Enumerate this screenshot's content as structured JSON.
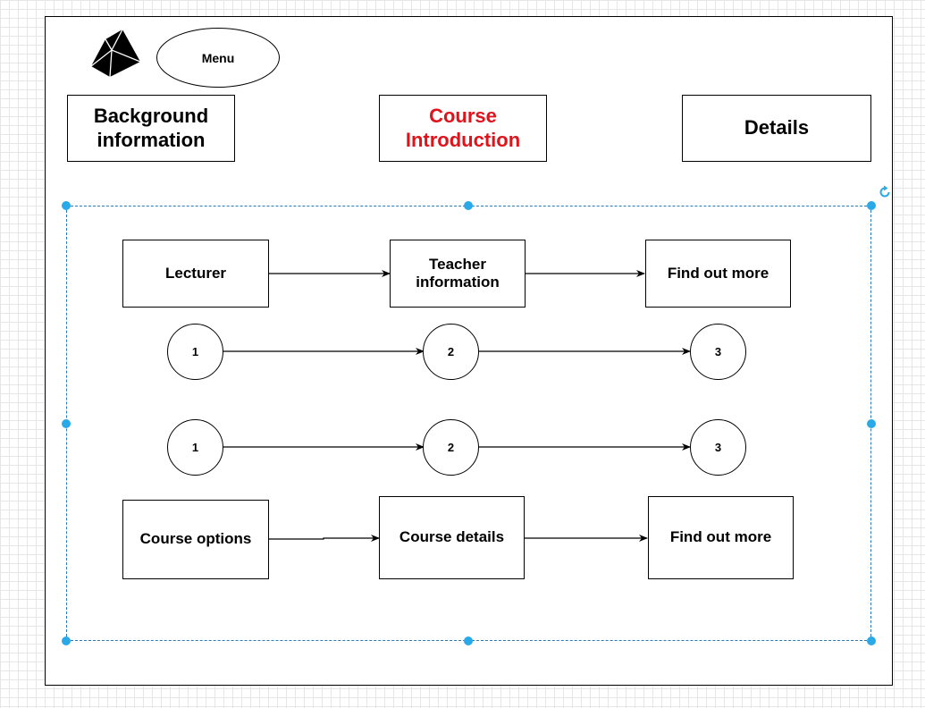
{
  "menu": "Menu",
  "tabs": {
    "background": "Background information",
    "course_intro": "Course Introduction",
    "details": "Details"
  },
  "colors": {
    "active_tab": "#e0131b",
    "selection": "#29a9e8"
  },
  "flow1": {
    "lecturer": "Lecturer",
    "teacher": "Teacher information",
    "find": "Find out more"
  },
  "steps_top": [
    "1",
    "2",
    "3"
  ],
  "steps_bottom": [
    "1",
    "2",
    "3"
  ],
  "flow2": {
    "options": "Course options",
    "details": "Course details",
    "find": "Find out more"
  },
  "icons": {
    "logo": "faceted-gem-logo",
    "rotate": "rotate-icon"
  }
}
